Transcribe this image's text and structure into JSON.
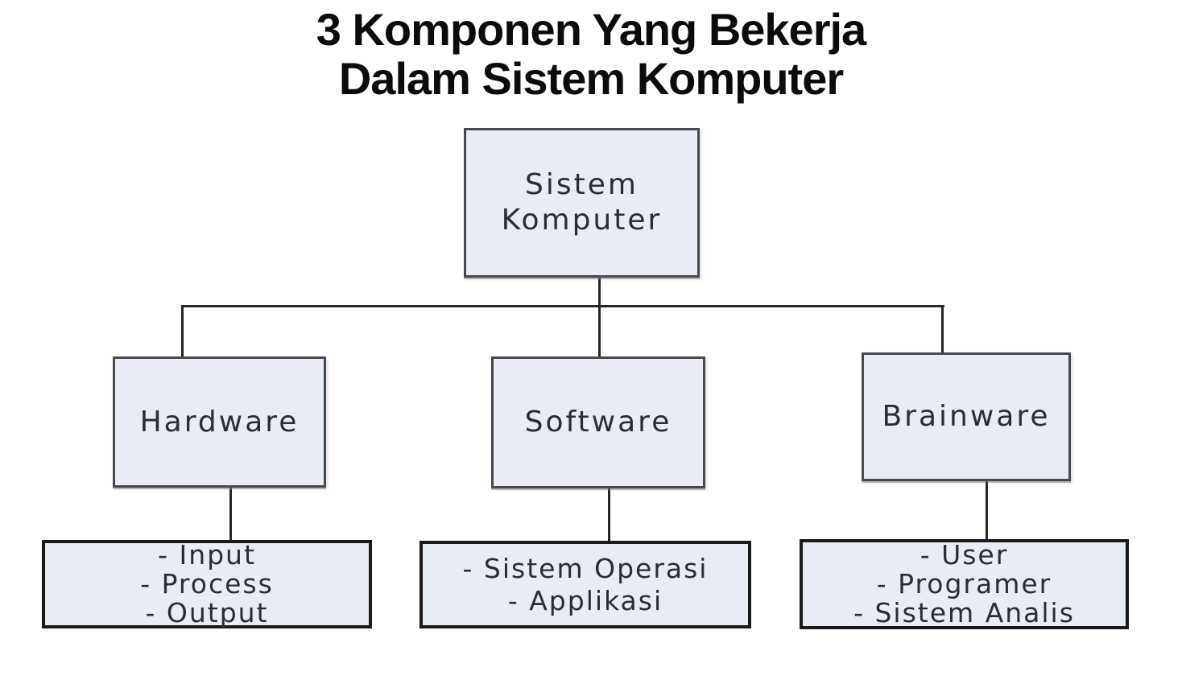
{
  "title": {
    "line1": "3 Komponen Yang Bekerja",
    "line2": "Dalam Sistem Komputer"
  },
  "diagram": {
    "root": {
      "label": "Sistem Komputer"
    },
    "children": [
      {
        "id": "hardware",
        "label": "Hardware",
        "items": [
          "- Input",
          "- Process",
          "- Output"
        ]
      },
      {
        "id": "software",
        "label": "Software",
        "items": [
          "- Sistem Operasi",
          "- Applikasi"
        ]
      },
      {
        "id": "brainware",
        "label": "Brainware",
        "items": [
          "- User",
          "- Programer",
          "- Sistem Analis"
        ]
      }
    ]
  },
  "colors": {
    "background": "#ffffff",
    "box_fill": "#e8ecf5",
    "box_border": "#46494e",
    "leaf_border": "#1a1a1a",
    "connector": "#26262a",
    "text": "#2b2d33",
    "title_text": "#0b0b0b"
  }
}
